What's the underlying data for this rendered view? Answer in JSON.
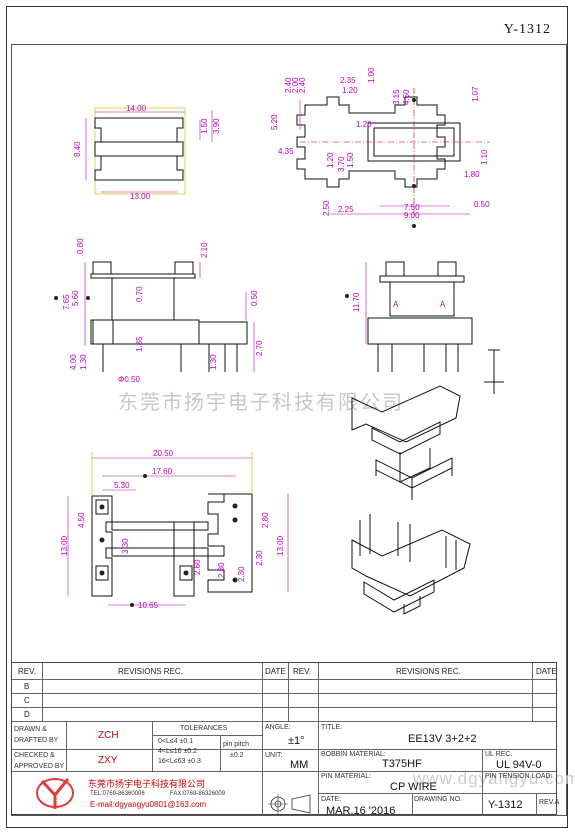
{
  "doc_no": "Y-1312",
  "watermark": "东莞市扬宇电子科技有限公司",
  "watermark_url": "www.dgyangyu.com",
  "dims": {
    "top_left": [
      "14.00",
      "8.40",
      "13.00",
      "1.50",
      "3.90"
    ],
    "top_right": [
      "2.40",
      "2.00",
      "2.40",
      "2.35",
      "1.20",
      "1.00",
      "5.20",
      "1.20",
      "3.15",
      "4.50",
      "1.07",
      "4.35",
      "1.20",
      "3.70",
      "1.50",
      "1.10",
      "1.80",
      "2.50",
      "2.25",
      "7.50",
      "9.00",
      "0.50"
    ],
    "front": [
      "0.80",
      "2.10",
      "7.65",
      "5.60",
      "0.70",
      "0.50",
      "1.35",
      "4.00",
      "1.30",
      "1.30",
      "2.70",
      "Φ0.50"
    ],
    "side": [
      "11.70",
      "A",
      "A"
    ],
    "bottom": [
      "20.50",
      "17.60",
      "5.30",
      "4.50",
      "13.00",
      "3.30",
      "2.80",
      "2.30",
      "2.30",
      "2.60",
      "2.80",
      "13.00",
      "10.65"
    ]
  },
  "revisions": {
    "col_rev": "REV.",
    "col_rec": "REVISIONS   REC.",
    "col_date": "DATE",
    "rows": [
      "B",
      "C",
      "D"
    ]
  },
  "title_block": {
    "drawn_label": "DRAWN &\nDRAFTED BY",
    "drawn_by": "ZCH",
    "checked_label": "CHECKED &\nAPPROVED BY",
    "checked_by": "ZXY",
    "tolerances_label": "TOLERANCES",
    "tol_lines": [
      "0<L≤4   ±0.1",
      "4<L≤16  ±0.2",
      "16<L≤63 ±0.3"
    ],
    "pin_pitch_label": "pin pitch",
    "pin_pitch": "±0.2",
    "angle_label": "ANGLE:",
    "angle": "±1°",
    "unit_label": "UNIT:",
    "unit": "MM",
    "title_label": "TITLE:",
    "title": "EE13V 3+2+2",
    "bobbin_label": "BOBBIN MATERIAL:",
    "bobbin": "T375HF",
    "ul_label": "UL REC.",
    "ul": "UL 94V-0",
    "pin_mat_label": "PIN MATERIAL:",
    "pin_mat": "CP WIRE",
    "pin_tension_label": "PIN TENSION LOAD:",
    "date_label": "DATE:",
    "date": "MAR.16 '2016",
    "drawing_no_label": "DRAWING NO.",
    "drawing_no": "Y-1312",
    "rev_a_label": "REV.A",
    "company": "东莞市扬宇电子科技有限公司",
    "tel": "TEL:0769-86360006",
    "fax": "FAX:0769-86326009",
    "email": "E-mail:dgyangyu0801@163.com"
  }
}
